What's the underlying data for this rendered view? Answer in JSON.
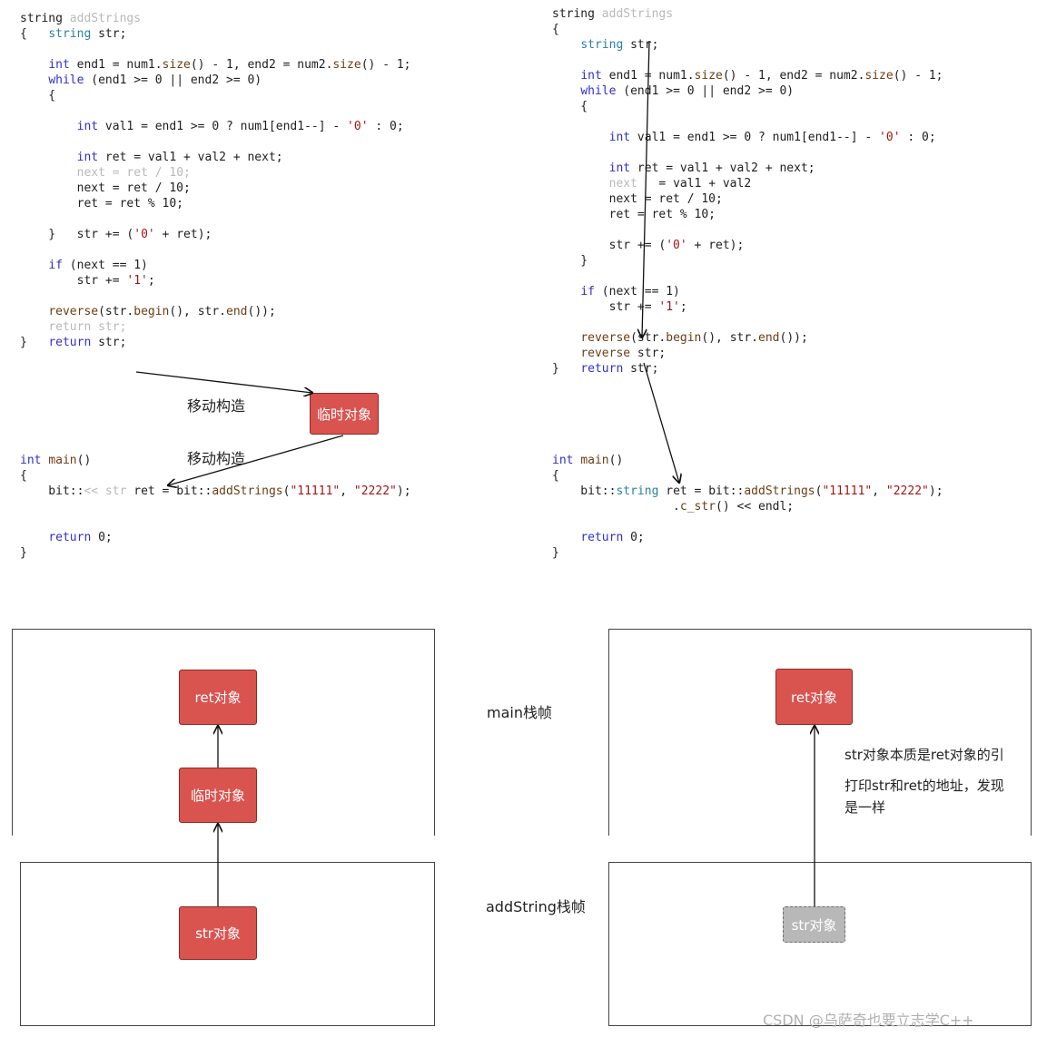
{
  "left_code": {
    "func_header": [
      {
        "t": "string",
        "c": ""
      },
      {
        "t": " ",
        "c": ""
      },
      {
        "t": "addStrings",
        "c": "fade"
      }
    ],
    "lines": [
      [
        {
          "t": "{   ",
          "c": ""
        },
        {
          "t": "string",
          "c": "ty"
        },
        {
          "t": " str;",
          "c": ""
        }
      ],
      [],
      [
        {
          "t": "    ",
          "c": ""
        },
        {
          "t": "int",
          "c": "kw"
        },
        {
          "t": " end1 = num1.",
          "c": ""
        },
        {
          "t": "size",
          "c": "fn"
        },
        {
          "t": "() - 1, end2 = num2.",
          "c": ""
        },
        {
          "t": "size",
          "c": "fn"
        },
        {
          "t": "() - 1;",
          "c": ""
        }
      ],
      [
        {
          "t": "    ",
          "c": ""
        },
        {
          "t": "while",
          "c": "kw"
        },
        {
          "t": " (end1 >= 0 || end2 >= 0)",
          "c": ""
        }
      ],
      [
        {
          "t": "    {",
          "c": ""
        }
      ],
      [],
      [
        {
          "t": "        ",
          "c": ""
        },
        {
          "t": "int",
          "c": "kw"
        },
        {
          "t": " val1 = end1 >= 0 ? num1[end1--] - ",
          "c": ""
        },
        {
          "t": "'0'",
          "c": "st"
        },
        {
          "t": " : 0;",
          "c": ""
        }
      ],
      [],
      [
        {
          "t": "        ",
          "c": ""
        },
        {
          "t": "int",
          "c": "kw"
        },
        {
          "t": " ret = val1 + val2 + next;",
          "c": ""
        }
      ],
      [
        {
          "t": "        ",
          "c": ""
        },
        {
          "t": "next = ret / 10;",
          "c": "fade"
        }
      ],
      [
        {
          "t": "        next = ret / 10;",
          "c": ""
        }
      ],
      [
        {
          "t": "        ret = ret % 10;",
          "c": ""
        }
      ],
      [],
      [
        {
          "t": "    }   ",
          "c": ""
        },
        {
          "t": "str += (",
          "c": ""
        },
        {
          "t": "'0'",
          "c": "st"
        },
        {
          "t": " + ret);",
          "c": ""
        }
      ],
      [],
      [
        {
          "t": "    ",
          "c": ""
        },
        {
          "t": "if",
          "c": "kw"
        },
        {
          "t": " (next == 1)",
          "c": ""
        }
      ],
      [
        {
          "t": "        str += ",
          "c": ""
        },
        {
          "t": "'1'",
          "c": "st"
        },
        {
          "t": ";",
          "c": ""
        }
      ],
      [],
      [
        {
          "t": "    ",
          "c": ""
        },
        {
          "t": "reverse",
          "c": "fn"
        },
        {
          "t": "(str.",
          "c": ""
        },
        {
          "t": "begin",
          "c": "fn"
        },
        {
          "t": "(), str.",
          "c": ""
        },
        {
          "t": "end",
          "c": "fn"
        },
        {
          "t": "());",
          "c": ""
        }
      ],
      [
        {
          "t": "    ",
          "c": ""
        },
        {
          "t": "return str;",
          "c": "fade"
        }
      ],
      [
        {
          "t": "}   ",
          "c": ""
        },
        {
          "t": "return",
          "c": "kw"
        },
        {
          "t": " str;",
          "c": ""
        }
      ]
    ],
    "main_lines": [
      [
        {
          "t": "int",
          "c": "kw"
        },
        {
          "t": " ",
          "c": ""
        },
        {
          "t": "main",
          "c": "fn"
        },
        {
          "t": "()",
          "c": ""
        }
      ],
      [
        {
          "t": "{",
          "c": ""
        }
      ],
      [
        {
          "t": "    bit::",
          "c": ""
        },
        {
          "t": "<< str",
          "c": "fade"
        },
        {
          "t": " ret = bit::",
          "c": ""
        },
        {
          "t": "addStrings",
          "c": "fn"
        },
        {
          "t": "(",
          "c": ""
        },
        {
          "t": "\"11111\"",
          "c": "st"
        },
        {
          "t": ", ",
          "c": ""
        },
        {
          "t": "\"2222\"",
          "c": "st"
        },
        {
          "t": ");",
          "c": ""
        }
      ],
      [],
      [],
      [
        {
          "t": "    ",
          "c": ""
        },
        {
          "t": "return",
          "c": "kw"
        },
        {
          "t": " 0;",
          "c": ""
        }
      ],
      [
        {
          "t": "}",
          "c": ""
        }
      ]
    ]
  },
  "right_code": {
    "func_header": [
      {
        "t": "string",
        "c": ""
      },
      {
        "t": " ",
        "c": ""
      },
      {
        "t": "addStrings",
        "c": "fade"
      }
    ],
    "lines": [
      [
        {
          "t": "{",
          "c": ""
        }
      ],
      [
        {
          "t": "    ",
          "c": ""
        },
        {
          "t": "string",
          "c": "ty"
        },
        {
          "t": " str;",
          "c": ""
        }
      ],
      [],
      [
        {
          "t": "    ",
          "c": ""
        },
        {
          "t": "int",
          "c": "kw"
        },
        {
          "t": " end1 = num1.",
          "c": ""
        },
        {
          "t": "size",
          "c": "fn"
        },
        {
          "t": "() - 1, end2 = num2.",
          "c": ""
        },
        {
          "t": "size",
          "c": "fn"
        },
        {
          "t": "() - 1;",
          "c": ""
        }
      ],
      [
        {
          "t": "    ",
          "c": ""
        },
        {
          "t": "while",
          "c": "kw"
        },
        {
          "t": " (end1 >= 0 || end2 >= 0)",
          "c": ""
        }
      ],
      [
        {
          "t": "    {",
          "c": ""
        }
      ],
      [],
      [
        {
          "t": "        ",
          "c": ""
        },
        {
          "t": "int",
          "c": "kw"
        },
        {
          "t": " val1 = end1 >= 0 ? num1[end1--] - ",
          "c": ""
        },
        {
          "t": "'0'",
          "c": "st"
        },
        {
          "t": " : 0;",
          "c": ""
        }
      ],
      [],
      [
        {
          "t": "        ",
          "c": ""
        },
        {
          "t": "int",
          "c": "kw"
        },
        {
          "t": " ret = val1 + val2 + next;",
          "c": ""
        }
      ],
      [
        {
          "t": "        ",
          "c": ""
        },
        {
          "t": "next",
          "c": "fade"
        },
        {
          "t": "   = val1 + val2",
          "c": ""
        }
      ],
      [
        {
          "t": "        next = ret / 10;",
          "c": ""
        }
      ],
      [
        {
          "t": "        ret = ret % 10;",
          "c": ""
        }
      ],
      [],
      [
        {
          "t": "        str += (",
          "c": ""
        },
        {
          "t": "'0'",
          "c": "st"
        },
        {
          "t": " + ret);",
          "c": ""
        }
      ],
      [
        {
          "t": "    }",
          "c": ""
        }
      ],
      [],
      [
        {
          "t": "    ",
          "c": ""
        },
        {
          "t": "if",
          "c": "kw"
        },
        {
          "t": " (next == 1)",
          "c": ""
        }
      ],
      [
        {
          "t": "        str += ",
          "c": ""
        },
        {
          "t": "'1'",
          "c": "st"
        },
        {
          "t": ";",
          "c": ""
        }
      ],
      [],
      [
        {
          "t": "    ",
          "c": ""
        },
        {
          "t": "reverse",
          "c": "fn"
        },
        {
          "t": "(str.",
          "c": ""
        },
        {
          "t": "begin",
          "c": "fn"
        },
        {
          "t": "(), str.",
          "c": ""
        },
        {
          "t": "end",
          "c": "fn"
        },
        {
          "t": "());",
          "c": ""
        }
      ],
      [
        {
          "t": "    ",
          "c": ""
        },
        {
          "t": "reverse",
          "c": "fn"
        },
        {
          "t": " str;",
          "c": ""
        }
      ],
      [
        {
          "t": "}   ",
          "c": ""
        },
        {
          "t": "return",
          "c": "kw"
        },
        {
          "t": " str;",
          "c": ""
        }
      ]
    ],
    "main_lines": [
      [
        {
          "t": "int",
          "c": "kw"
        },
        {
          "t": " ",
          "c": ""
        },
        {
          "t": "main",
          "c": "fn"
        },
        {
          "t": "()",
          "c": ""
        }
      ],
      [
        {
          "t": "{",
          "c": ""
        }
      ],
      [
        {
          "t": "    bit::",
          "c": ""
        },
        {
          "t": "string",
          "c": "ty"
        },
        {
          "t": " ret = bit::",
          "c": ""
        },
        {
          "t": "addStrings",
          "c": "fn"
        },
        {
          "t": "(",
          "c": ""
        },
        {
          "t": "\"11111\"",
          "c": "st"
        },
        {
          "t": ", ",
          "c": ""
        },
        {
          "t": "\"2222\"",
          "c": "st"
        },
        {
          "t": ");",
          "c": ""
        }
      ],
      [
        {
          "t": "                 .",
          "c": ""
        },
        {
          "t": "c_str",
          "c": "fn"
        },
        {
          "t": "() << endl;",
          "c": ""
        }
      ],
      [],
      [
        {
          "t": "    ",
          "c": ""
        },
        {
          "t": "return",
          "c": "kw"
        },
        {
          "t": " 0;",
          "c": ""
        }
      ],
      [
        {
          "t": "}",
          "c": ""
        }
      ]
    ]
  },
  "labels": {
    "move_construct_1": "移动构造",
    "move_construct_2": "移动构造",
    "temp_object": "临时对象",
    "main_frame": "main栈帧",
    "addstring_frame": "addString栈帧"
  },
  "left_diagram": {
    "ret_obj": "ret对象",
    "temp_obj": "临时对象",
    "str_obj": "str对象"
  },
  "right_diagram": {
    "ret_obj": "ret对象",
    "str_obj": "str对象",
    "note_line1": "str对象本质是ret对象的引",
    "note_line2": "打印str和ret的地址，发现",
    "note_line3": "是一样"
  },
  "watermark": "CSDN @乌萨奇也要立志学C++",
  "colors": {
    "box_red": "#d9534f",
    "box_gray": "#b8b8b8",
    "keyword": "#2f2fd1",
    "type": "#2b7fa8",
    "string_literal": "#a31515"
  }
}
